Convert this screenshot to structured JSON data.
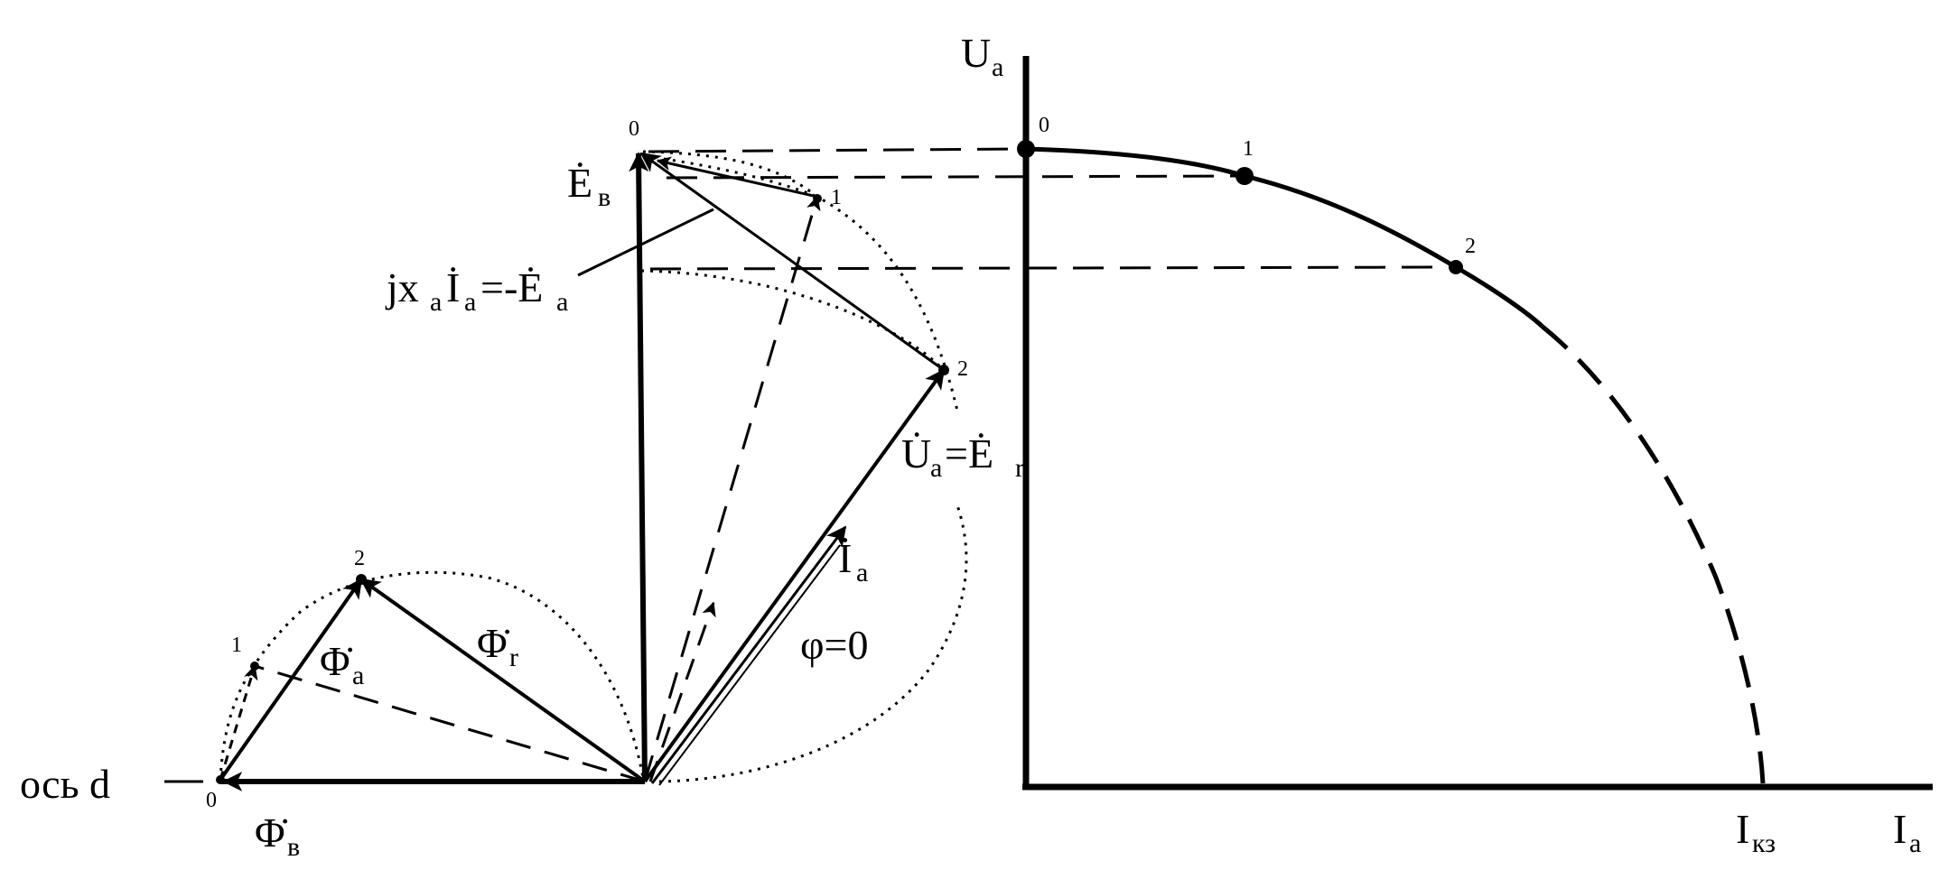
{
  "labels": {
    "axis_d": "ось d",
    "phi_v": "Φ̇",
    "phi_v_sub": "в",
    "phi_a": "Φ̇",
    "phi_a_sub": "a",
    "phi_r": "Φ̇",
    "phi_r_sub": "r",
    "e_v": "Ė",
    "e_v_sub": "в",
    "jx_j": "jx",
    "jx_a1": "a",
    "jx_I": "İ",
    "jx_a2": "a",
    "jx_eq": "=-Ė",
    "jx_a3": "a",
    "ua_U": "U̇",
    "ua_a": "a",
    "ua_eq": "=Ė",
    "ua_r": "r",
    "ia_I": "İ",
    "ia_a": "a",
    "phi_angle": "φ=0",
    "y_axis_U": "U",
    "y_axis_sub": "a",
    "x_axis_I": "I",
    "x_axis_sub": "a",
    "isc_I": "I",
    "isc_sub": "кз"
  },
  "points": {
    "p0": "0",
    "p1": "1",
    "p2": "2"
  },
  "colors": {
    "ink": "#000000",
    "background": "#ffffff"
  }
}
